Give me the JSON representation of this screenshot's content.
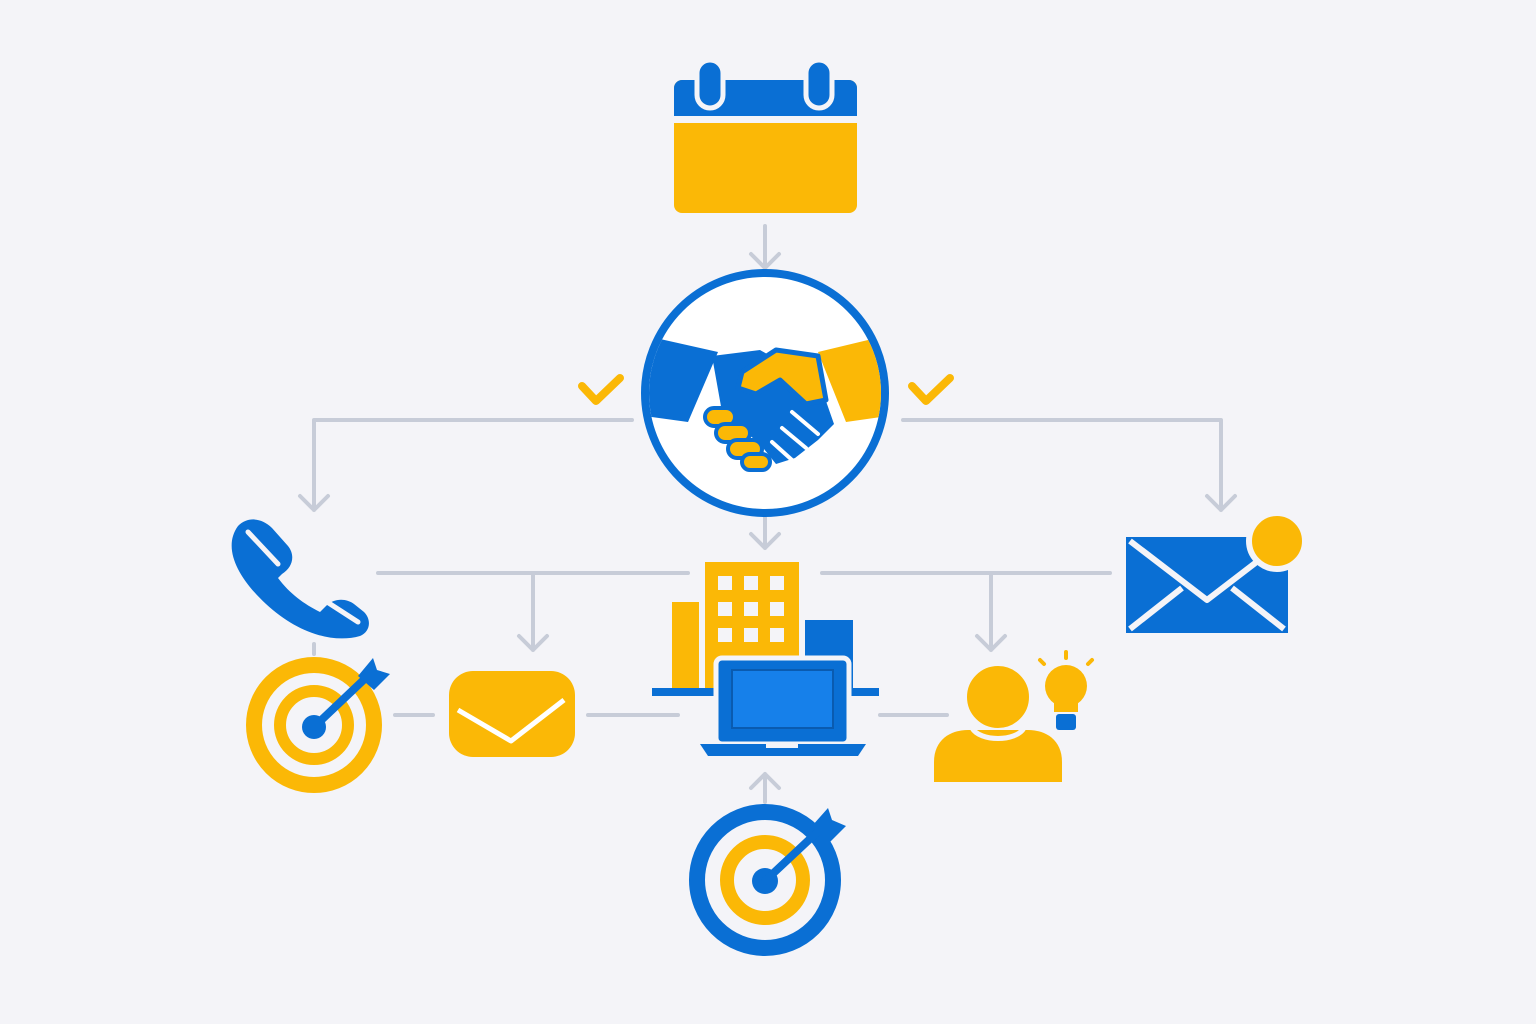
{
  "colors": {
    "background": "#f4f4f8",
    "blue": "#0a6fd4",
    "yellow": "#fbb806",
    "connector": "#c7ccd8"
  },
  "nodes": [
    {
      "id": "calendar",
      "icon": "calendar-icon"
    },
    {
      "id": "partnership",
      "icon": "handshake-icon"
    },
    {
      "id": "call",
      "icon": "phone-icon"
    },
    {
      "id": "email-notification",
      "icon": "envelope-notification-icon"
    },
    {
      "id": "company-workstation",
      "icon": "office-building-laptop-icon"
    },
    {
      "id": "target-left",
      "icon": "target-arrow-icon"
    },
    {
      "id": "message",
      "icon": "envelope-icon"
    },
    {
      "id": "idea-person",
      "icon": "person-lightbulb-icon"
    },
    {
      "id": "target-bottom",
      "icon": "target-arrow-icon"
    }
  ],
  "decorations": [
    "checkmark-icon",
    "checkmark-icon"
  ]
}
